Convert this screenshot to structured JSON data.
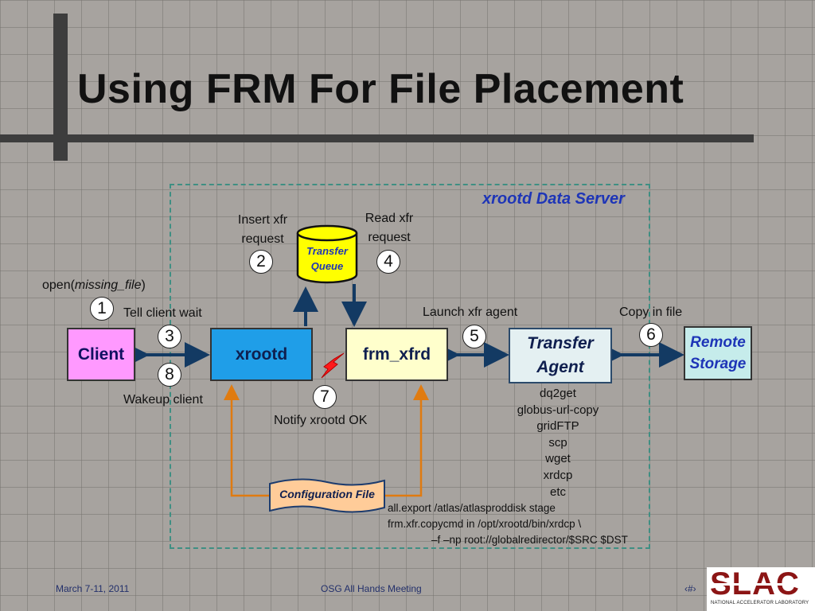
{
  "title": "Using FRM For File Placement",
  "server_label": "xrootd Data Server",
  "nodes": {
    "client": "Client",
    "xrootd": "xrootd",
    "frm_xfrd": "frm_xfrd",
    "transfer_agent_line1": "Transfer",
    "transfer_agent_line2": "Agent",
    "remote_line1": "Remote",
    "remote_line2": "Storage",
    "queue_line1": "Transfer",
    "queue_line2": "Queue",
    "config": "Configuration File"
  },
  "steps": [
    "1",
    "2",
    "3",
    "4",
    "5",
    "6",
    "7",
    "8"
  ],
  "labels": {
    "open_prefix": "open(",
    "open_arg": "missing_file",
    "open_suffix": ")",
    "tell_client_wait": "Tell client wait",
    "insert_line1": "Insert xfr",
    "insert_line2": "request",
    "read_line1": "Read xfr",
    "read_line2": "request",
    "launch_agent": "Launch xfr agent",
    "copy_in_file": "Copy in file",
    "wakeup_client": "Wakeup client",
    "notify_ok": "Notify xrootd OK"
  },
  "tools": [
    "dq2get",
    "globus-url-copy",
    "gridFTP",
    "scp",
    "wget",
    "xrdcp",
    "etc"
  ],
  "config_lines": [
    "all.export /atlas/atlasproddisk stage",
    "frm.xfr.copycmd in /opt/xrootd/bin/xrdcp  \\",
    "–f –np root://globalredirector/$SRC $DST"
  ],
  "footer": {
    "date": "March 7-11, 2011",
    "event": "OSG All Hands Meeting",
    "page": "‹#›",
    "logo_text": "SLAC",
    "logo_subtext": "NATIONAL ACCELERATOR LABORATORY"
  },
  "colors": {
    "client": "#ff99ff",
    "xrootd": "#1f9ee8",
    "frm_xfrd": "#ffffcc",
    "transfer_agent": "#e4f0f2",
    "remote_storage": "#c6eceb",
    "queue": "#ffff00",
    "config": "#ffcc99",
    "arrow_blue": "#133a63",
    "arrow_orange": "#e07b10",
    "server_box": "#3f8f83",
    "lightning": "#ff1a1a"
  }
}
